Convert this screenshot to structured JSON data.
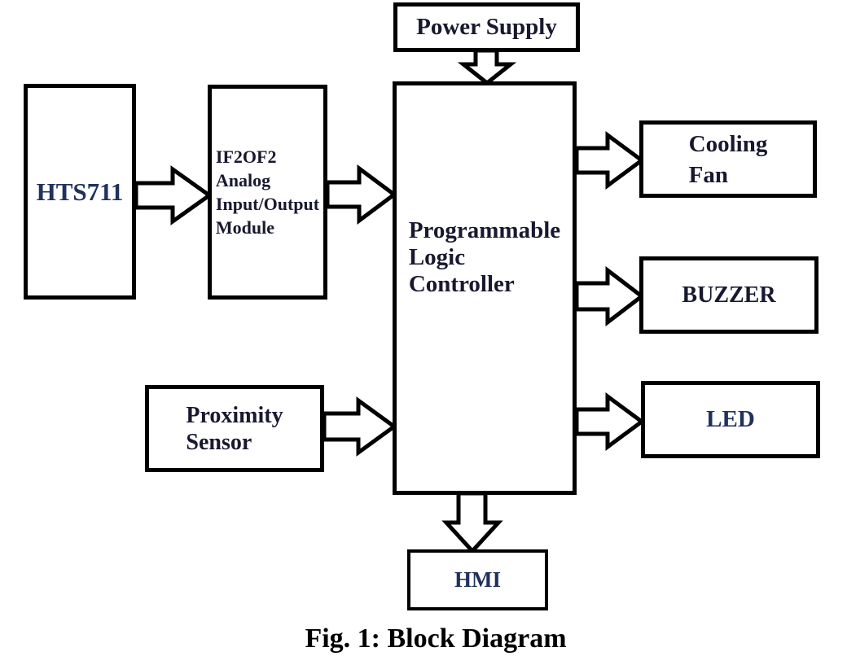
{
  "diagram": {
    "caption": "Fig. 1: Block Diagram",
    "boxes": {
      "power_supply": {
        "label": "Power Supply"
      },
      "hts711": {
        "label": "HTS711"
      },
      "io_module": {
        "label": "IF2OF2\nAnalog\nInput/Output\nModule"
      },
      "plc": {
        "label": "Programmable\nLogic\nController"
      },
      "proximity_sensor": {
        "label": "Proximity\nSensor"
      },
      "cooling_fan": {
        "label": "Cooling\nFan"
      },
      "buzzer": {
        "label": "BUZZER"
      },
      "led": {
        "label": "LED"
      },
      "hmi": {
        "label": "HMI"
      }
    },
    "connections": [
      {
        "from": "power_supply",
        "to": "plc"
      },
      {
        "from": "hts711",
        "to": "io_module"
      },
      {
        "from": "io_module",
        "to": "plc"
      },
      {
        "from": "proximity_sensor",
        "to": "plc"
      },
      {
        "from": "plc",
        "to": "cooling_fan"
      },
      {
        "from": "plc",
        "to": "buzzer"
      },
      {
        "from": "plc",
        "to": "led"
      },
      {
        "from": "plc",
        "to": "hmi"
      }
    ],
    "colors": {
      "line": "#000000",
      "background": "#ffffff",
      "text": "#181830"
    }
  }
}
